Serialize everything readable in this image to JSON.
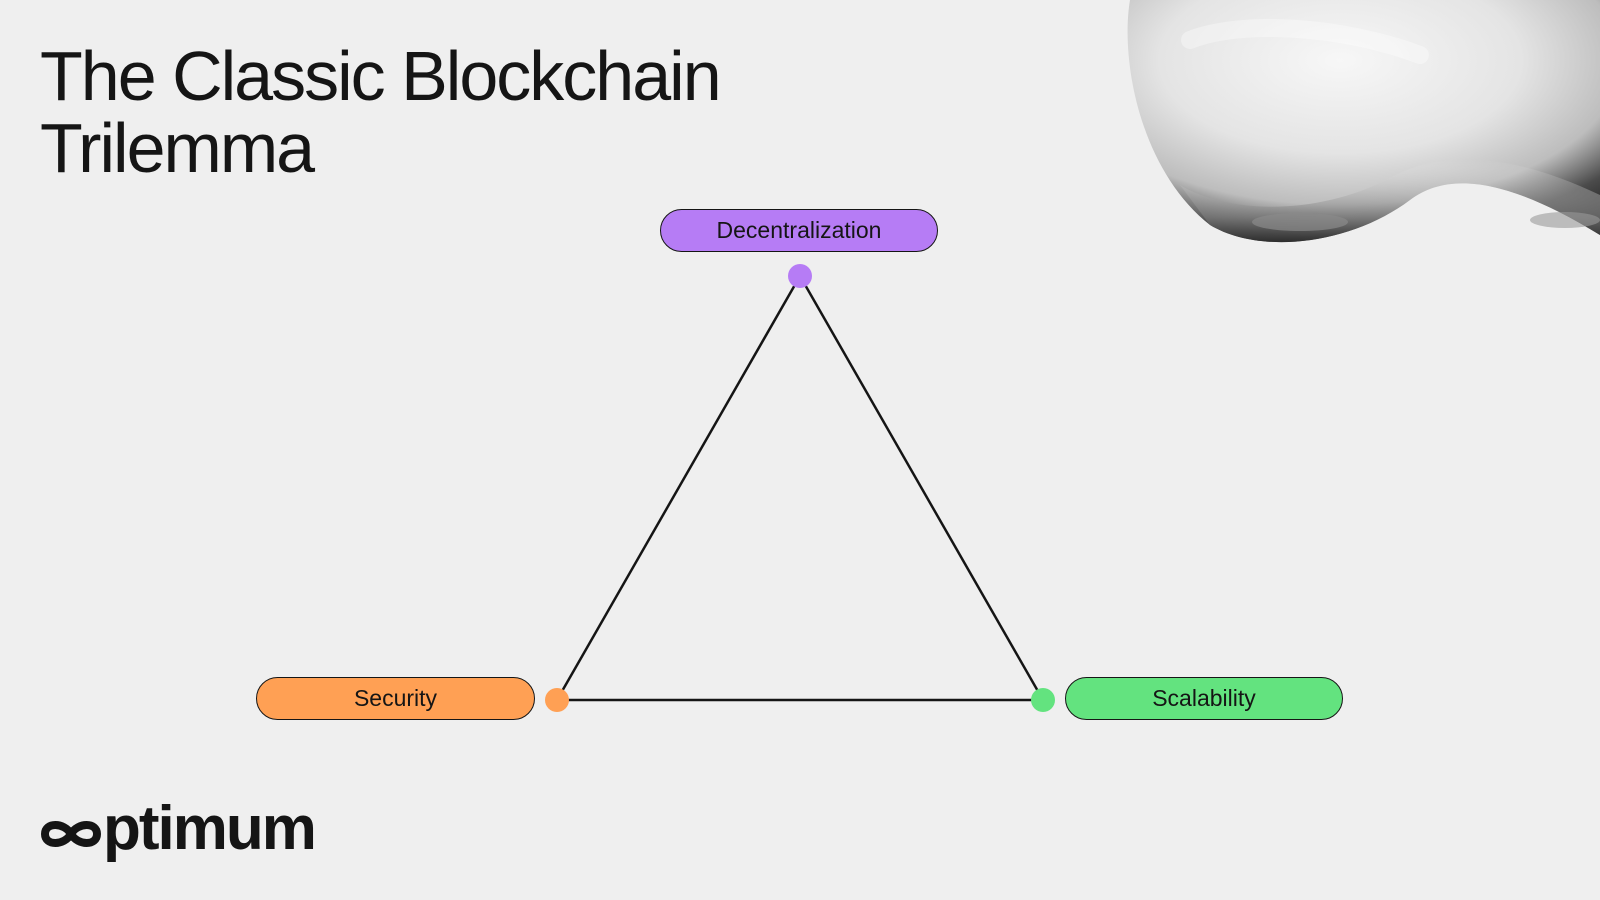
{
  "title": {
    "line1": "The Classic Blockchain",
    "line2": "Trilemma"
  },
  "diagram": {
    "nodes": [
      {
        "label": "Decentralization",
        "color": "#b67cf5"
      },
      {
        "label": "Security",
        "color": "#ffa054"
      },
      {
        "label": "Scalability",
        "color": "#63e37f"
      }
    ]
  },
  "logo": {
    "text": "ptimum",
    "icon": "infinity-loop-icon"
  },
  "colors": {
    "background": "#efefef",
    "text": "#151515",
    "decentralization": "#b67cf5",
    "security": "#ffa054",
    "scalability": "#63e37f"
  }
}
